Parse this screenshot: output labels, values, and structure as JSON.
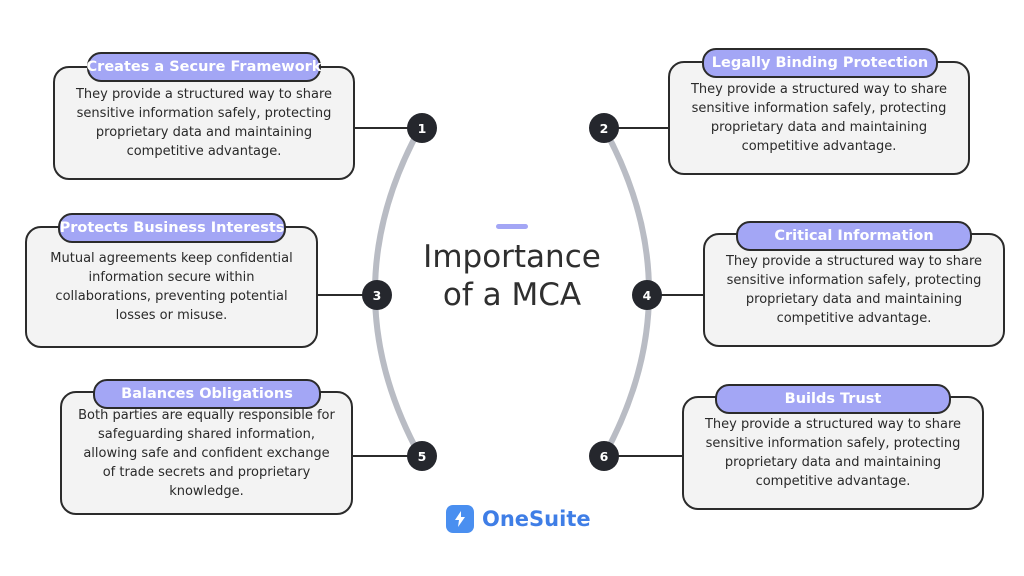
{
  "title": {
    "line1": "Importance",
    "line2": "of a MCA"
  },
  "items": [
    {
      "number": "1",
      "heading": "Creates a Secure Framework",
      "text": "They provide a structured way to share sensitive information safely, protecting proprietary data and maintaining competitive advantage."
    },
    {
      "number": "2",
      "heading": "Legally Binding Protection",
      "text": "They provide a structured way to share sensitive information safely, protecting proprietary data and maintaining competitive advantage."
    },
    {
      "number": "3",
      "heading": "Protects Business Interests",
      "text": "Mutual agreements keep confidential information secure within collaborations, preventing potential losses or misuse."
    },
    {
      "number": "4",
      "heading": "Critical Information",
      "text": "They provide a structured way to share sensitive information safely, protecting proprietary data and maintaining competitive advantage."
    },
    {
      "number": "5",
      "heading": "Balances Obligations",
      "text": "Both parties are equally responsible for safeguarding shared information, allowing safe and confident exchange of trade secrets and proprietary knowledge."
    },
    {
      "number": "6",
      "heading": "Builds Trust",
      "text": "They provide a structured way to share sensitive information safely, protecting proprietary data and maintaining competitive advantage."
    }
  ],
  "logo": {
    "text": "OneSuite",
    "icon": "lightning-bolt-icon"
  },
  "colors": {
    "accent": "#a3a6f5",
    "node": "#25272d",
    "arc": "#b9bcc4",
    "card_bg": "#f3f3f3",
    "logo": "#3f7ee6"
  }
}
